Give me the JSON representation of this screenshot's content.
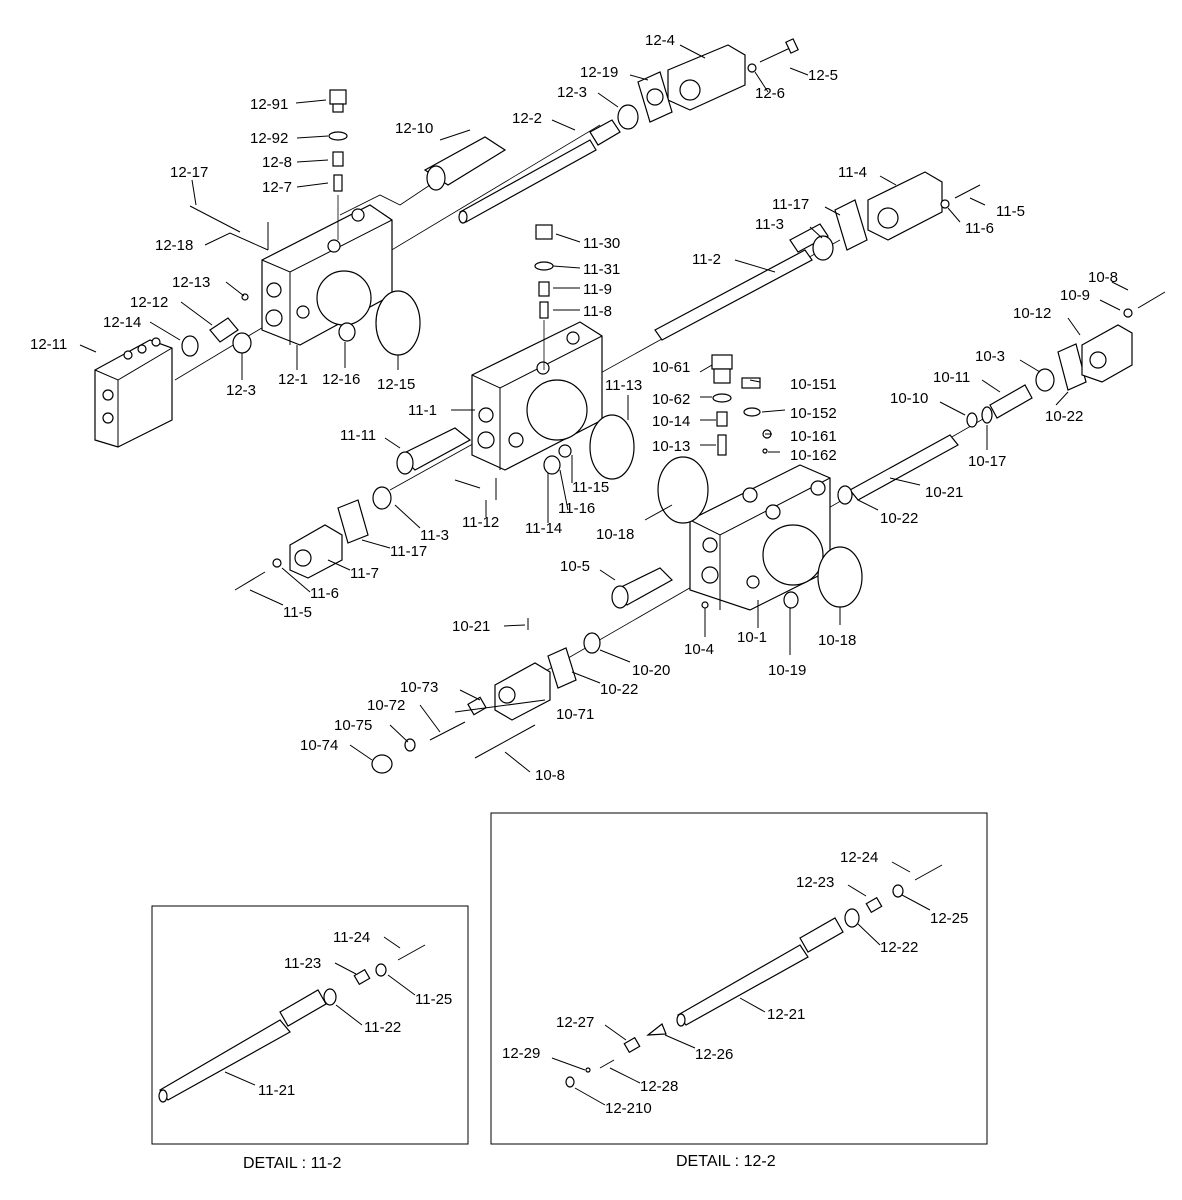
{
  "labels": {
    "12-4": "12-4",
    "12-5": "12-5",
    "12-6": "12-6",
    "12-19": "12-19",
    "12-3a": "12-3",
    "12-91": "12-91",
    "12-10": "12-10",
    "12-2": "12-2",
    "12-92": "12-92",
    "12-8": "12-8",
    "12-17": "12-17",
    "12-7": "12-7",
    "12-18": "12-18",
    "12-13": "12-13",
    "12-12": "12-12",
    "12-14": "12-14",
    "12-11": "12-11",
    "12-3b": "12-3",
    "12-1": "12-1",
    "12-16": "12-16",
    "12-15": "12-15",
    "11-4": "11-4",
    "11-17a": "11-17",
    "11-5a": "11-5",
    "11-3a": "11-3",
    "11-6a": "11-6",
    "11-30": "11-30",
    "11-31": "11-31",
    "11-2": "11-2",
    "11-9": "11-9",
    "11-8": "11-8",
    "11-13": "11-13",
    "11-1": "11-1",
    "11-11": "11-11",
    "11-15": "11-15",
    "11-16": "11-16",
    "11-12": "11-12",
    "11-14": "11-14",
    "11-3b": "11-3",
    "11-17b": "11-17",
    "11-7": "11-7",
    "11-6b": "11-6",
    "11-5b": "11-5",
    "10-8a": "10-8",
    "10-9": "10-9",
    "10-12": "10-12",
    "10-3": "10-3",
    "10-11": "10-11",
    "10-10": "10-10",
    "10-22a": "10-22",
    "10-17": "10-17",
    "10-61": "10-61",
    "10-151": "10-151",
    "10-62": "10-62",
    "10-152": "10-152",
    "10-14": "10-14",
    "10-161": "10-161",
    "10-13": "10-13",
    "10-162": "10-162",
    "10-21a": "10-21",
    "10-22b": "10-22",
    "10-18a": "10-18",
    "10-5": "10-5",
    "10-4": "10-4",
    "10-1": "10-1",
    "10-19": "10-19",
    "10-18b": "10-18",
    "10-21b": "10-21",
    "10-20": "10-20",
    "10-22c": "10-22",
    "10-73": "10-73",
    "10-72": "10-72",
    "10-71": "10-71",
    "10-75": "10-75",
    "10-74": "10-74",
    "10-8b": "10-8",
    "d11-24": "11-24",
    "d11-23": "11-23",
    "d11-25": "11-25",
    "d11-22": "11-22",
    "d11-21": "11-21",
    "d12-24": "12-24",
    "d12-23": "12-23",
    "d12-25": "12-25",
    "d12-22": "12-22",
    "d12-21": "12-21",
    "d12-27": "12-27",
    "d12-26": "12-26",
    "d12-29": "12-29",
    "d12-28": "12-28",
    "d12-210": "12-210"
  },
  "captions": {
    "detail_11_2": "DETAIL : 11-2",
    "detail_12_2": "DETAIL : 12-2"
  }
}
